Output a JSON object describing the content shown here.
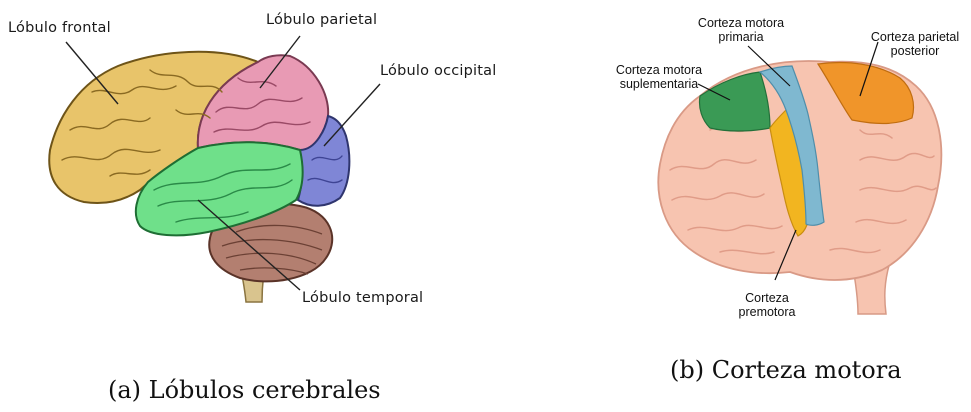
{
  "figure_a": {
    "caption": "(a) Lóbulos cerebrales",
    "labels": {
      "frontal": "Lóbulo frontal",
      "parietal": "Lóbulo parietal",
      "occipital": "Lóbulo occipital",
      "temporal": "Lóbulo temporal"
    },
    "colors": {
      "frontal": "#e8c46a",
      "parietal": "#e89ab4",
      "occipital": "#7f86d6",
      "temporal": "#6fe08a",
      "cerebellum": "#b37f70"
    }
  },
  "figure_b": {
    "caption": "(b) Corteza motora",
    "labels": {
      "primary": [
        "Corteza motora",
        "primaria"
      ],
      "supplementary": [
        "Corteza motora",
        "suplementaria"
      ],
      "posterior_parietal": [
        "Corteza parietal",
        "posterior"
      ],
      "premotor": [
        "Corteza",
        "premotora"
      ]
    },
    "colors": {
      "brain": "#f7c4b0",
      "primary": "#7fb8d0",
      "supplementary": "#3a9a55",
      "posterior_parietal": "#f0952a",
      "premotor": "#f2b520"
    }
  }
}
